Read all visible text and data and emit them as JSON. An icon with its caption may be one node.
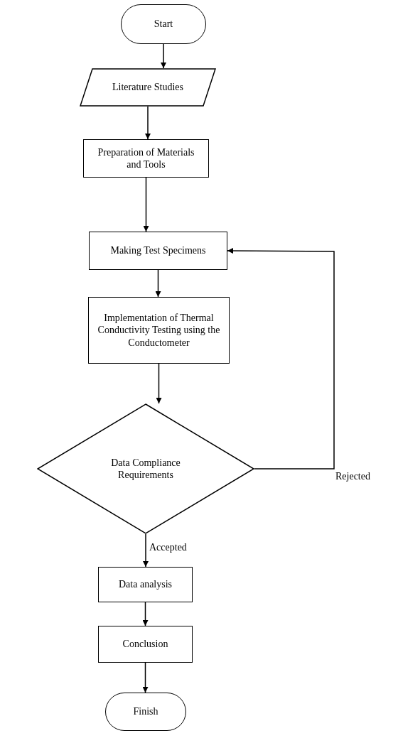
{
  "diagram": {
    "nodes": [
      {
        "text": [
          "Start"
        ]
      },
      {
        "text": [
          "Literature Studies"
        ]
      },
      {
        "text": [
          "Preparation of Materials and Tools"
        ]
      },
      {
        "text": [
          "Making Test Specimens"
        ]
      },
      {
        "text": [
          "Implementation of Thermal Conductivity Testing using the Conductometer"
        ]
      },
      {
        "text": [
          "Data Compliance Requirements"
        ]
      },
      {
        "text": [
          "Data analysis"
        ]
      },
      {
        "text": [
          "Conclusion"
        ]
      },
      {
        "text": [
          "Finish"
        ]
      }
    ],
    "edges": [
      {
        "from": 0,
        "to": 1,
        "arrow": "to"
      },
      {
        "from": 1,
        "to": 2,
        "arrow": "to"
      },
      {
        "from": 2,
        "to": 3,
        "arrow": "to"
      },
      {
        "from": 3,
        "to": 4,
        "arrow": "to"
      },
      {
        "from": 4,
        "to": 5,
        "arrow": "to"
      },
      {
        "from": 5,
        "to": 3,
        "arrow": "to",
        "label": "Rejected"
      },
      {
        "from": 5,
        "to": 6,
        "arrow": "to",
        "label": "Accepted"
      },
      {
        "from": 6,
        "to": 7,
        "arrow": "to"
      },
      {
        "from": 7,
        "to": 8,
        "arrow": "to"
      }
    ]
  }
}
